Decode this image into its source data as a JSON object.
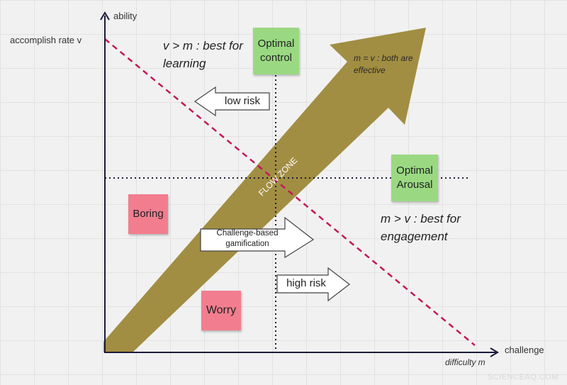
{
  "axes": {
    "y_axis_label": "ability",
    "x_axis_label": "challenge",
    "y_sub_label": "accomplish rate v",
    "x_sub_label": "difficulty m"
  },
  "notes": {
    "learning_line1": "v > m : best for",
    "learning_line2": "learning",
    "engagement_line1": "m > v : best for",
    "engagement_line2": "engagement",
    "equal_line1": "m = v : both are",
    "equal_line2": "effective"
  },
  "stickies": {
    "optimal_control_line1": "Optimal",
    "optimal_control_line2": "control",
    "optimal_arousal_line1": "Optimal",
    "optimal_arousal_line2": "Arousal",
    "boring": "Boring",
    "worry": "Worry"
  },
  "arrows": {
    "flow_zone": "FLOW ZONE",
    "low_risk": "low risk",
    "high_risk": "high risk",
    "gamification_line1": "Challenge-based",
    "gamification_line2": "gamification"
  },
  "watermark": "SCIENCEAQ.COM",
  "colors": {
    "flow_arrow": "#a18e42",
    "diagonal": "#c2185b",
    "axis": "#1b1b3a",
    "sticky_green": "#9ad982",
    "sticky_pink": "#f27d8f"
  }
}
